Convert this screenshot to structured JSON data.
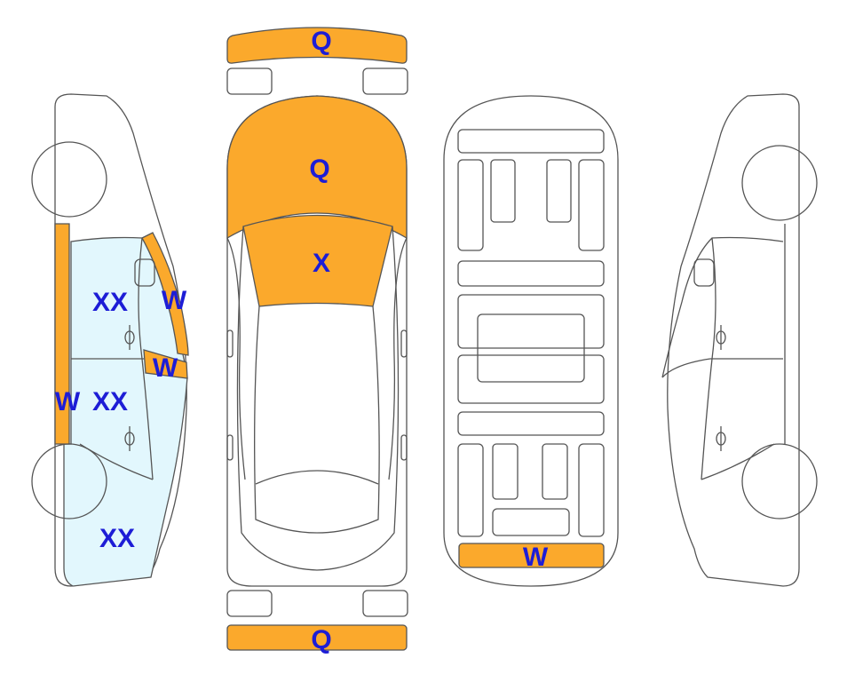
{
  "colors": {
    "marked_fill": "#FBA92C",
    "glass_fill": "#E2F7FD",
    "label_color": "#1D1DD6",
    "outline": "#555555",
    "background": "#FFFFFF"
  },
  "labels": {
    "front_bumper": "Q",
    "hood": "Q",
    "windshield": "X",
    "rear_bumper": "Q",
    "underbody_rear": "W",
    "left_a_pillar": "W",
    "left_mirror_triangle": "W",
    "left_b_pillar": "W",
    "left_front_door": "XX",
    "left_rear_door": "XX",
    "left_rear_quarter": "XX"
  }
}
